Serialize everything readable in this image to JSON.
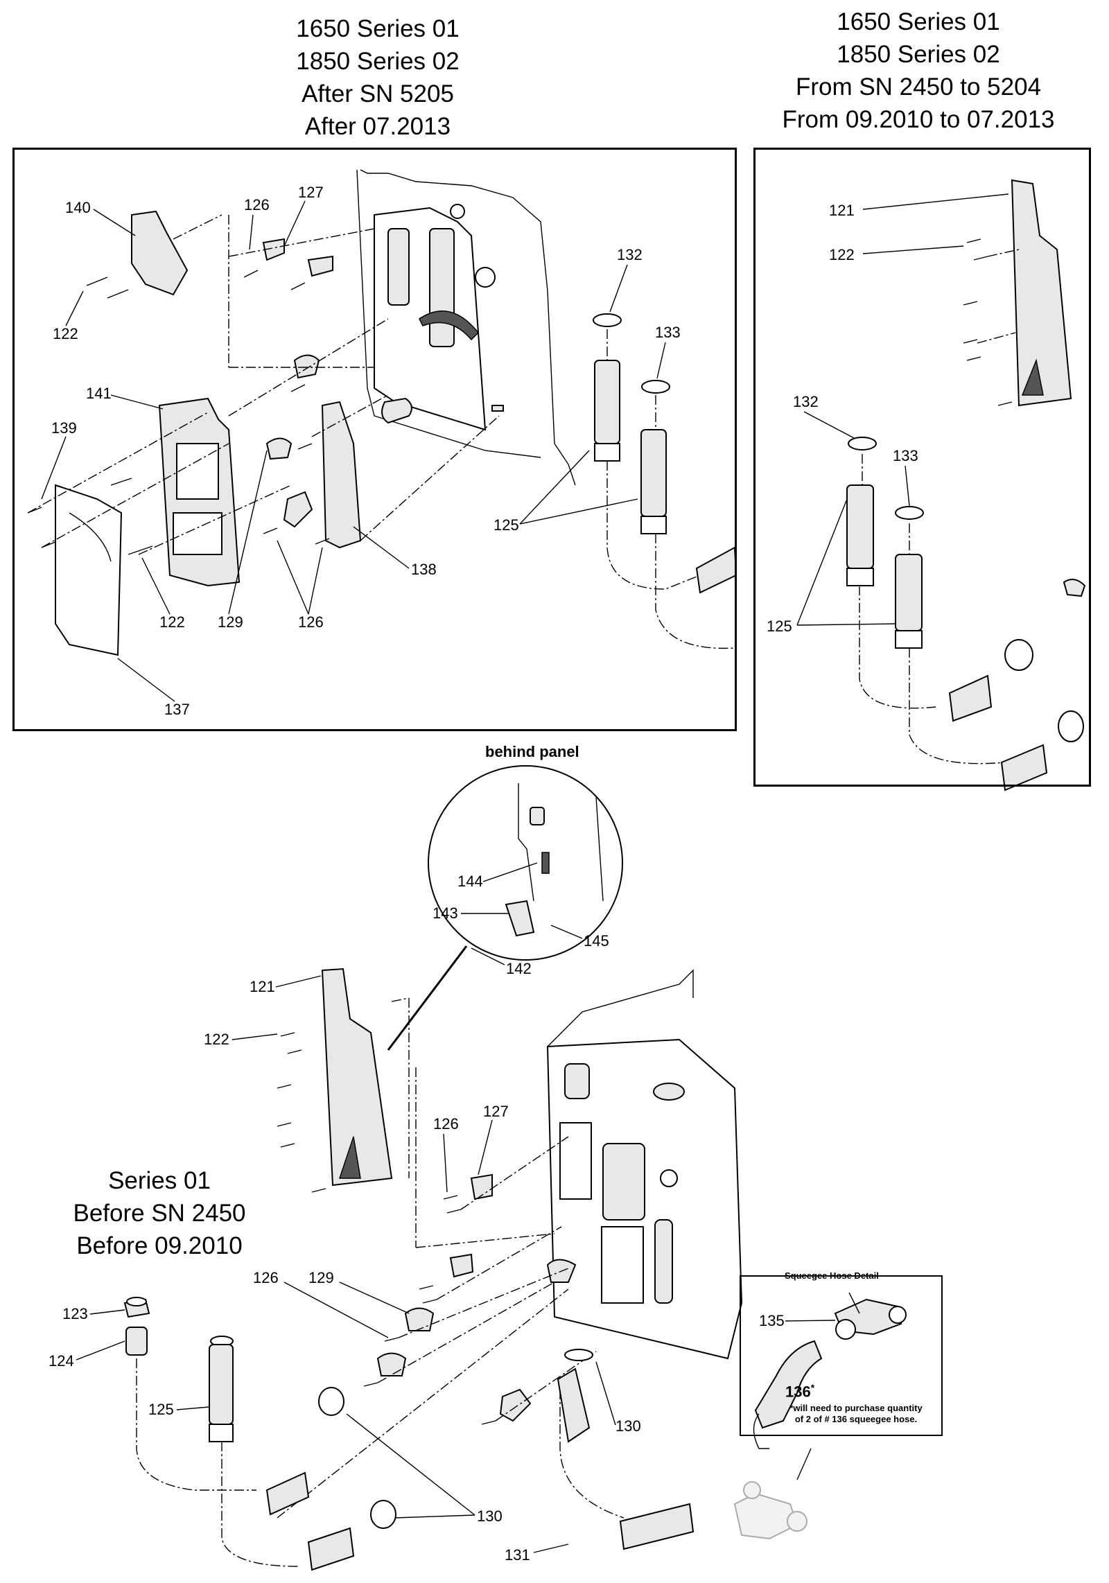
{
  "headings": {
    "top_left": [
      "1650 Series 01",
      "1850 Series 02",
      "After SN 5205",
      "After 07.2013"
    ],
    "top_right": [
      "1650 Series 01",
      "1850 Series 02",
      "From SN 2450 to 5204",
      "From 09.2010 to 07.2013"
    ],
    "bottom_left": [
      "Series 01",
      "Before SN 2450",
      "Before 09.2010"
    ]
  },
  "panel_a": {
    "callouts": [
      "140",
      "126",
      "127",
      "122",
      "132",
      "133",
      "141",
      "139",
      "125",
      "138",
      "122",
      "129",
      "126",
      "137"
    ]
  },
  "panel_b": {
    "callouts": [
      "121",
      "122",
      "132",
      "133",
      "125"
    ]
  },
  "behind_panel": {
    "title": "behind panel",
    "callouts": [
      "144",
      "143",
      "145",
      "142"
    ]
  },
  "lower_assembly": {
    "callouts": [
      "121",
      "122",
      "126",
      "127",
      "126",
      "129",
      "123",
      "124",
      "125",
      "130",
      "130",
      "131"
    ]
  },
  "squeegee_detail": {
    "title": "Squeegee Hose Detail",
    "callout_135": "135",
    "callout_136": "136",
    "callout_136_mark": "*",
    "note": [
      "*will need to purchase quantity",
      "of 2 of # 136 squeegee hose."
    ]
  }
}
